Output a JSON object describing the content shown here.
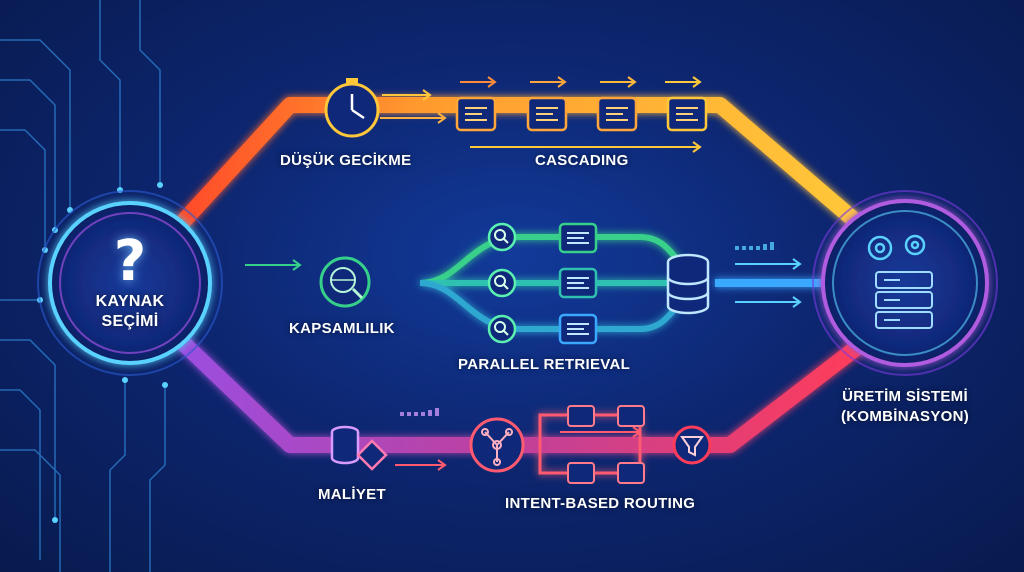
{
  "source": {
    "icon": "question-icon",
    "line1": "KAYNAK",
    "line2": "SEÇİMİ"
  },
  "target": {
    "icon": "server-gears-icon",
    "line1": "ÜRETİM SİSTEMİ",
    "line2": "(KOMBİNASYON)"
  },
  "paths": [
    {
      "label": "DÜŞÜK GECİKME",
      "icon": "stopwatch-icon",
      "color": "#ff9a2e",
      "strategy": {
        "label": "CASCADING",
        "icon": "document-list-icon"
      }
    },
    {
      "label": "KAPSAMLILIK",
      "icon": "globe-search-icon",
      "color": "#37d08a",
      "strategy": {
        "label": "PARALLEL RETRIEVAL",
        "icon": "database-icon"
      }
    },
    {
      "label": "MALİYET",
      "icon": "coins-price-tag-icon",
      "color": "#b05ce0",
      "strategy": {
        "label": "INTENT-BASED ROUTING",
        "icon": "funnel-icon"
      }
    }
  ],
  "colors": {
    "background": "#0d2670",
    "orange": "#ff9a2e",
    "yellow": "#ffc83a",
    "green": "#37d08a",
    "blue": "#3aa8ff",
    "purple": "#b05ce0",
    "red": "#ff3d5a",
    "cyan": "#5ad2ff"
  }
}
